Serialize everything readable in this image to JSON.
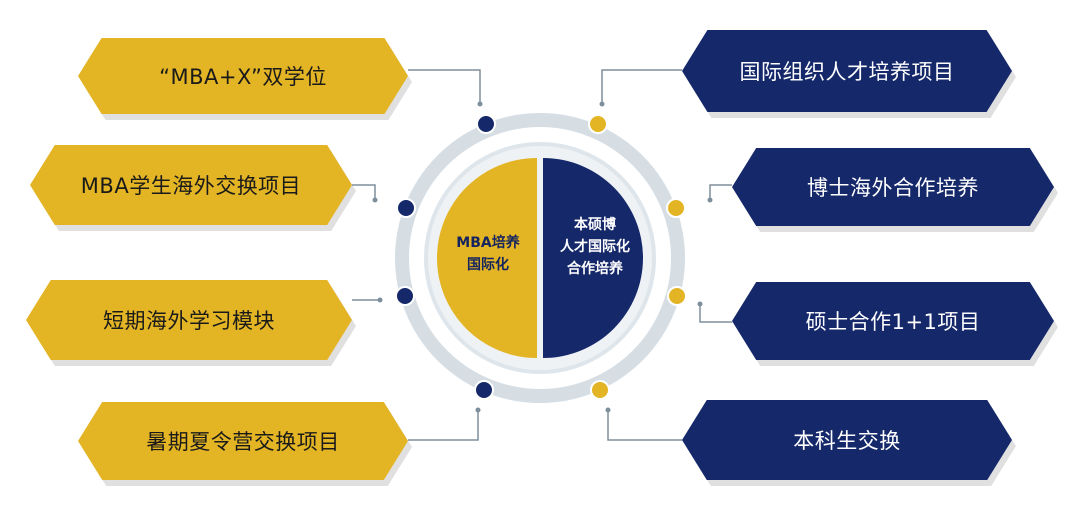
{
  "colors": {
    "gold": "#e3b424",
    "navy": "#15286a",
    "ring": "#cfd8df",
    "ring_inner": "#e4e9ee",
    "connector": "#7e8f9c"
  },
  "center": {
    "left_lines": [
      "MBA培养",
      "国际化"
    ],
    "right_lines": [
      "本硕博",
      "人才国际化",
      "合作培养"
    ]
  },
  "left_items": [
    {
      "label": "“MBA+X”双学位"
    },
    {
      "label": "MBA学生海外交换项目"
    },
    {
      "label": "短期海外学习模块"
    },
    {
      "label": "暑期夏令营交换项目"
    }
  ],
  "right_items": [
    {
      "label": "国际组织人才培养项目"
    },
    {
      "label": "博士海外合作培养"
    },
    {
      "label": "硕士合作1+1项目"
    },
    {
      "label": "本科生交换"
    }
  ]
}
